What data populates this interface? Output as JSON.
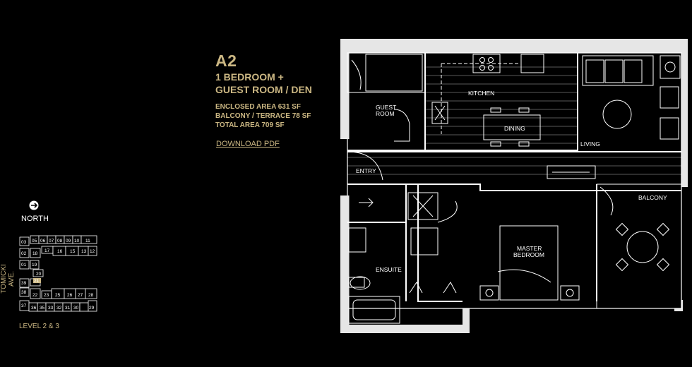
{
  "unit": {
    "title": "A2",
    "type_line1": "1 BEDROOM +",
    "type_line2": "GUEST ROOM / DEN",
    "enclosed_area": "ENCLOSED AREA 631 SF",
    "balcony_area": "BALCONY / TERRACE 78 SF",
    "total_area": "TOTAL AREA 709 SF",
    "download_label": "DOWNLOAD PDF"
  },
  "keyplan": {
    "north_label": "NORTH",
    "street_label": "TOMICKI AVE.",
    "level_label": "LEVEL 2 & 3",
    "units_top": [
      "03",
      "05",
      "06",
      "07",
      "08",
      "09",
      "10",
      "11"
    ],
    "units_row2": [
      "02",
      "18",
      "17",
      "16",
      "15",
      "13",
      "12"
    ],
    "units_col": [
      "01",
      "19",
      "20",
      "39",
      "21",
      "38"
    ],
    "units_row3": [
      "22",
      "23",
      "25",
      "26",
      "27",
      "28"
    ],
    "units_bottom": [
      "37",
      "36",
      "35",
      "33",
      "32",
      "31",
      "30",
      "29"
    ],
    "highlight_color": "#cbb783"
  },
  "rooms": {
    "guest_room_1": "GUEST",
    "guest_room_2": "ROOM",
    "kitchen": "KITCHEN",
    "dining": "DINING",
    "living": "LIVING",
    "entry": "ENTRY",
    "balcony": "BALCONY",
    "master_1": "MASTER",
    "master_2": "BEDROOM",
    "ensuite": "ENSUITE"
  },
  "colors": {
    "gold": "#cbb783",
    "wall": "#e6e6e6",
    "background": "#000000"
  }
}
